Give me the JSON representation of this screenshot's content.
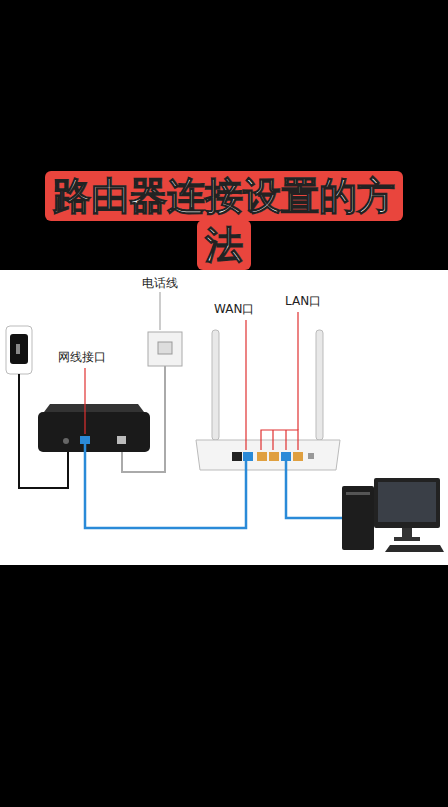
{
  "diagram": {
    "title": "路由器连接设置的方法",
    "labels": [
      "网线接口",
      "电话线",
      "WAN口",
      "LAN口"
    ]
  }
}
